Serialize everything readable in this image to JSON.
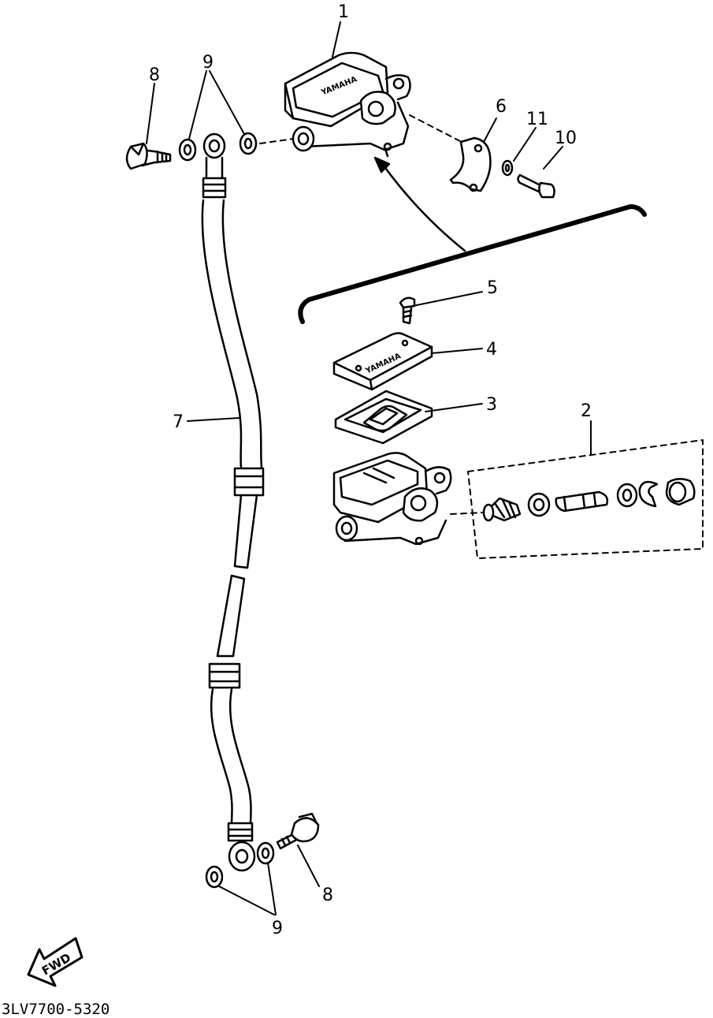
{
  "callouts": {
    "c1": "1",
    "c2": "2",
    "c3": "3",
    "c4": "4",
    "c5": "5",
    "c6": "6",
    "c7": "7",
    "c8_top": "8",
    "c8_bottom": "8",
    "c9_top": "9",
    "c9_bottom": "9",
    "c10": "10",
    "c11": "11"
  },
  "brand_marks": {
    "reservoir_top": "YAMAHA",
    "cap": "YAMAHA"
  },
  "direction": "FWD",
  "diagram_code": "3LV7700-5320"
}
